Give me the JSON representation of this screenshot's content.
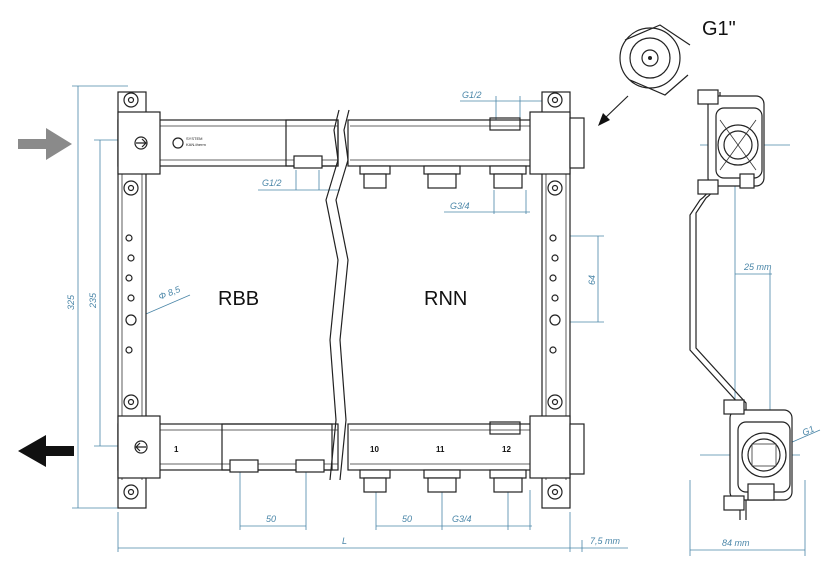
{
  "title_connector": "G1\"",
  "labels": {
    "left_module": "RBB",
    "right_module": "RNN"
  },
  "outlet_numbers": [
    "1",
    "10",
    "11",
    "12"
  ],
  "logo": {
    "line1": "SYSTEM",
    "line2": "KAN-therm"
  },
  "dimensions": {
    "total_height": "325",
    "inner_height": "235",
    "hole_diameter": "Φ 8,5",
    "thread_top_left": "G1/2",
    "thread_top_right": "G1/2",
    "thread_outlet_top": "G3/4",
    "thread_outlet_bottom": "G3/4",
    "bracket_spacing": "64",
    "spacing_left": "50",
    "spacing_right": "50",
    "length": "L",
    "offset": "7,5 mm",
    "side_offset": "25 mm",
    "side_width": "84 mm",
    "side_thread": "G1"
  },
  "colors": {
    "dimension": "#4a86a8",
    "arrow_in": "#8a8a8a",
    "arrow_out": "#111111",
    "outline": "#222222"
  }
}
